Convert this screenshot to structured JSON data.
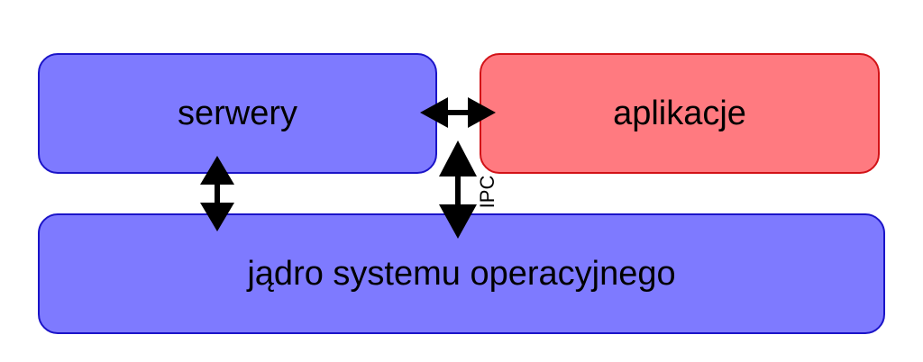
{
  "colors": {
    "servers_fill": "#7e7aff",
    "servers_border": "#1b14c8",
    "apps_fill": "#ff7a80",
    "apps_border": "#d21217",
    "kernel_fill": "#7e7aff",
    "kernel_border": "#1b14c8",
    "arrow": "#000000"
  },
  "nodes": {
    "servers": "serwery",
    "apps": "aplikacje",
    "kernel": "jądro systemu operacyjnego"
  },
  "edges": [
    {
      "from": "servers",
      "to": "apps",
      "direction": "bidirectional",
      "label": ""
    },
    {
      "from": "servers",
      "to": "kernel",
      "direction": "bidirectional",
      "label": ""
    },
    {
      "from": "apps",
      "to": "kernel",
      "direction": "bidirectional",
      "label": "IPC"
    }
  ],
  "ipc_label": "IPC"
}
